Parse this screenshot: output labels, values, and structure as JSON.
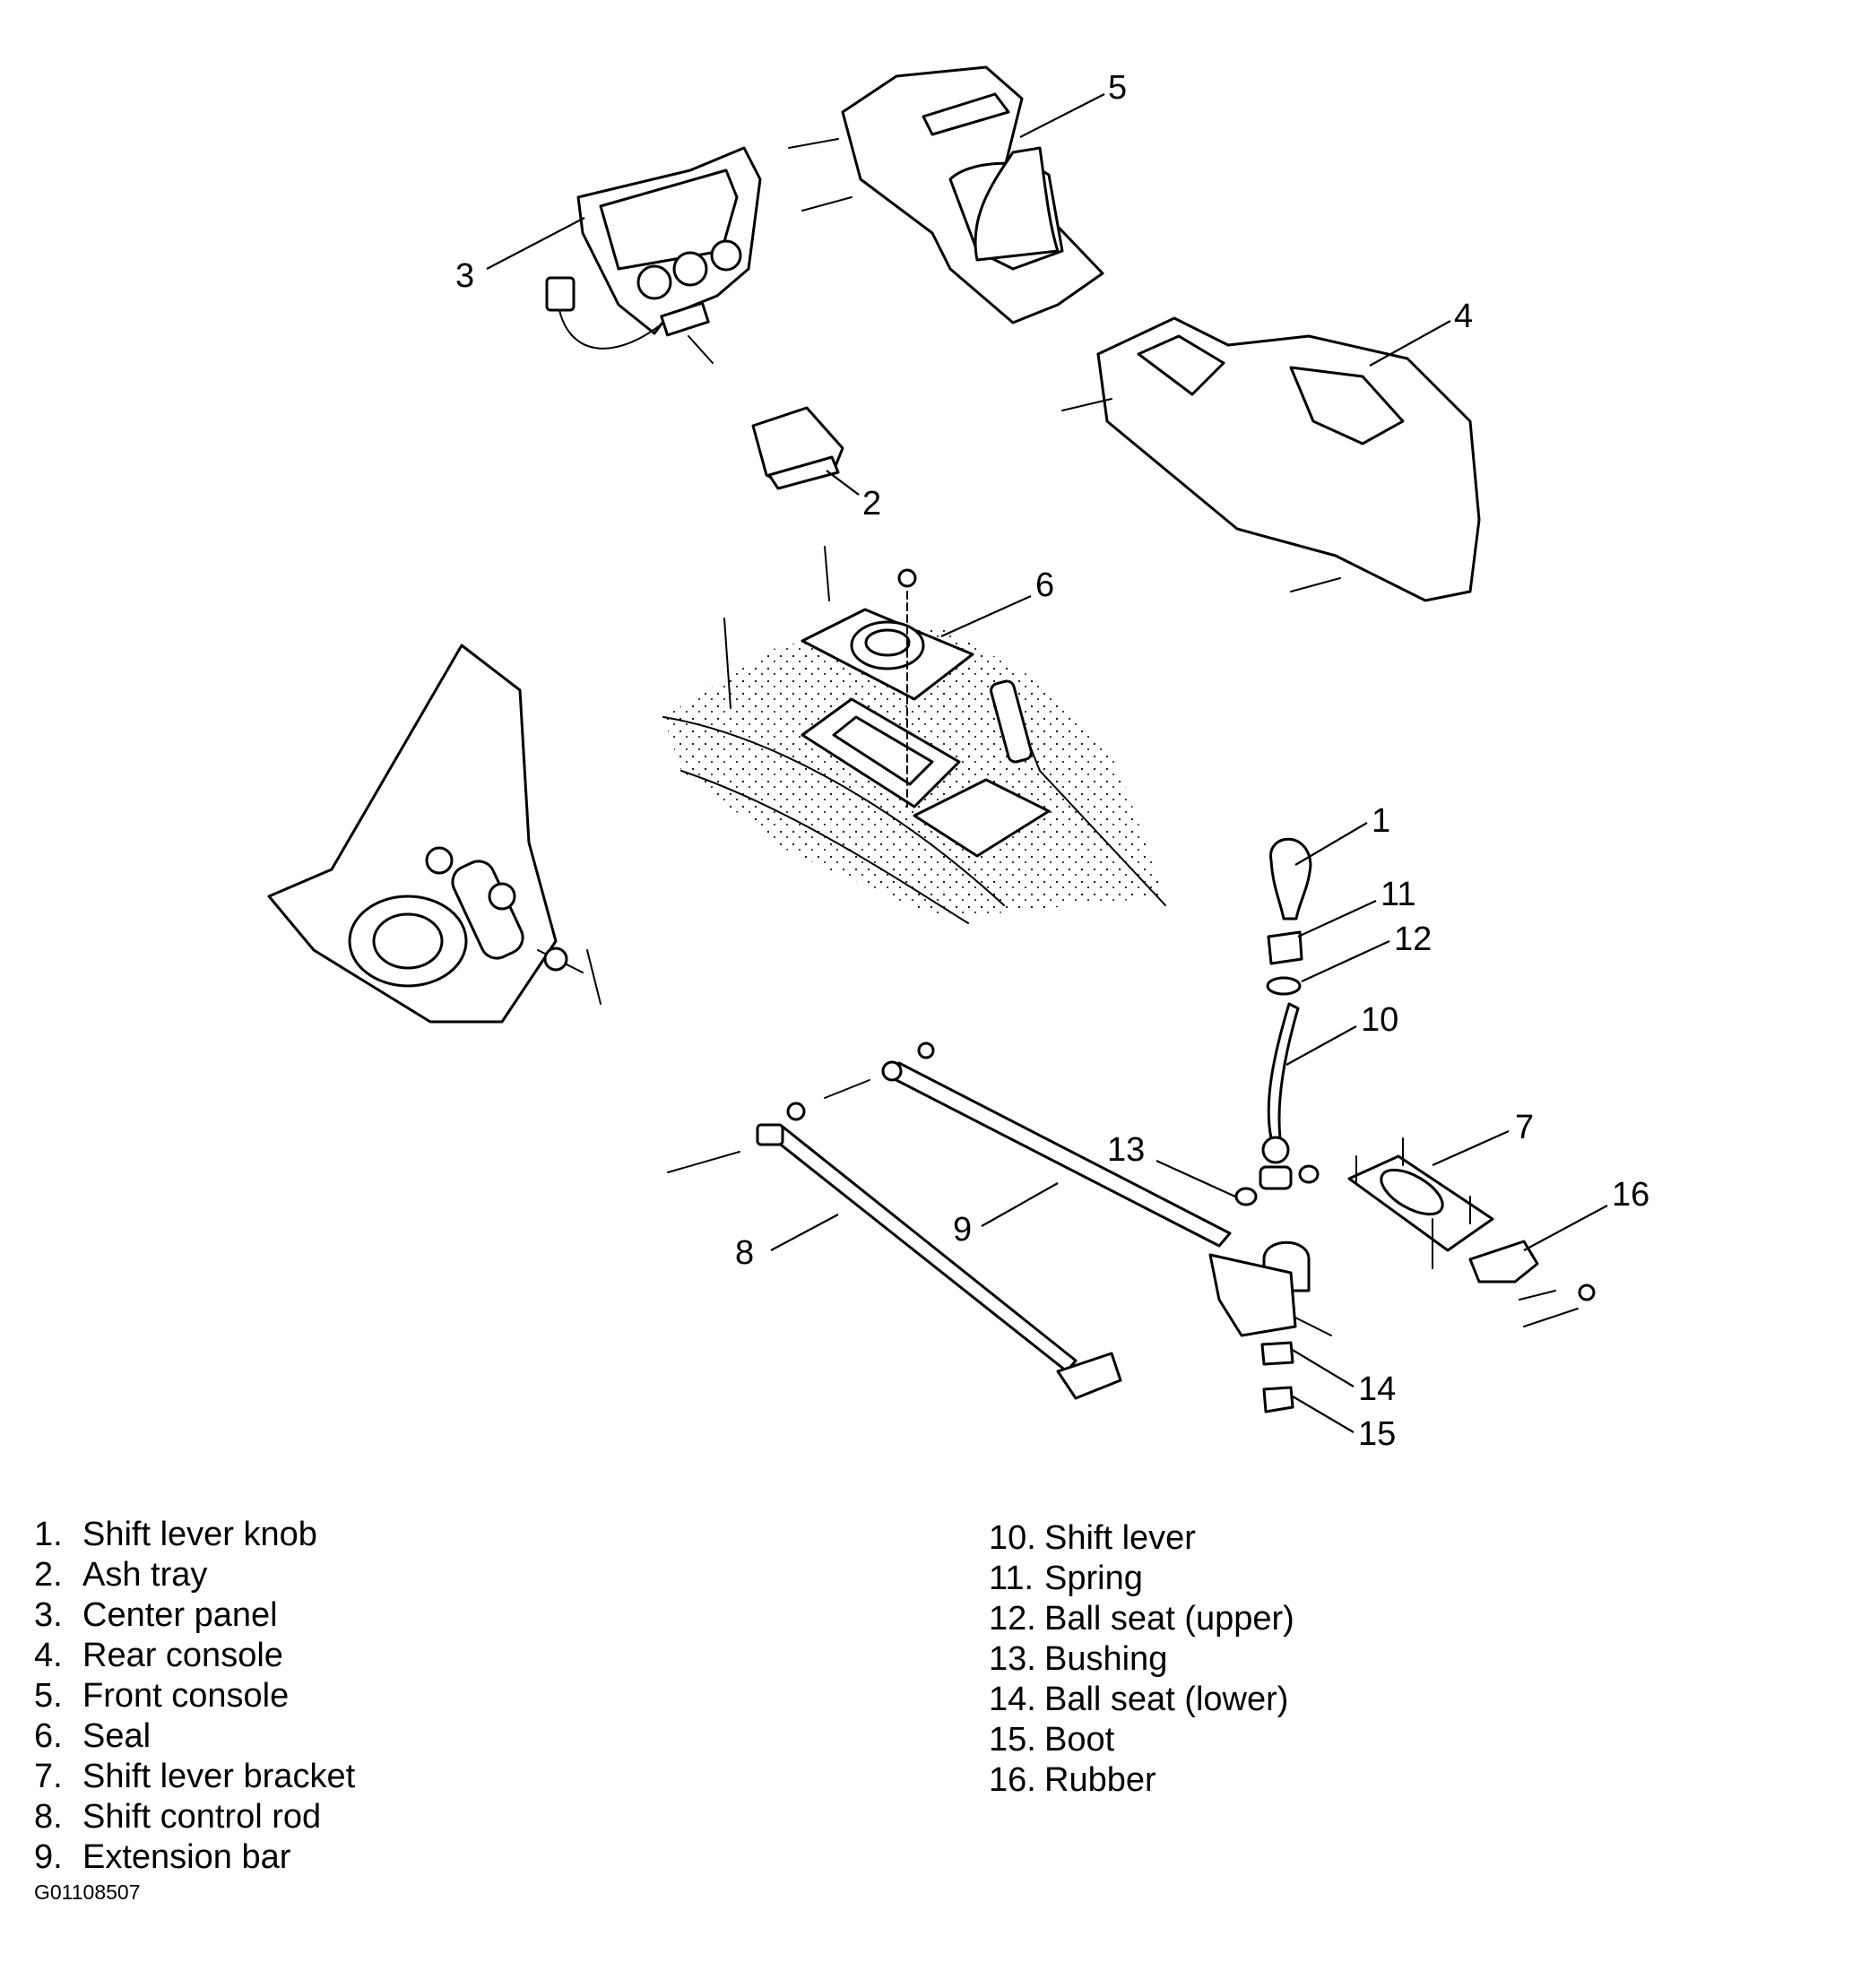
{
  "callouts": {
    "c1": "1",
    "c2": "2",
    "c3": "3",
    "c4": "4",
    "c5": "5",
    "c6": "6",
    "c7": "7",
    "c8": "8",
    "c9": "9",
    "c10": "10",
    "c11": "11",
    "c12": "12",
    "c13": "13",
    "c14": "14",
    "c15": "15",
    "c16": "16"
  },
  "legend": {
    "left": [
      {
        "num": "1.",
        "label": "Shift lever knob"
      },
      {
        "num": "2.",
        "label": "Ash tray"
      },
      {
        "num": "3.",
        "label": "Center panel"
      },
      {
        "num": "4.",
        "label": "Rear console"
      },
      {
        "num": "5.",
        "label": "Front console"
      },
      {
        "num": "6.",
        "label": "Seal"
      },
      {
        "num": "7.",
        "label": "Shift lever bracket"
      },
      {
        "num": "8.",
        "label": "Shift control rod"
      },
      {
        "num": "9.",
        "label": "Extension bar"
      }
    ],
    "right": [
      {
        "num": "10.",
        "label": "Shift lever"
      },
      {
        "num": "11.",
        "label": "Spring"
      },
      {
        "num": "12.",
        "label": "Ball seat (upper)"
      },
      {
        "num": "13.",
        "label": "Bushing"
      },
      {
        "num": "14.",
        "label": "Ball seat (lower)"
      },
      {
        "num": "15.",
        "label": "Boot"
      },
      {
        "num": "16.",
        "label": "Rubber"
      }
    ]
  },
  "figure_id": "G01108507"
}
